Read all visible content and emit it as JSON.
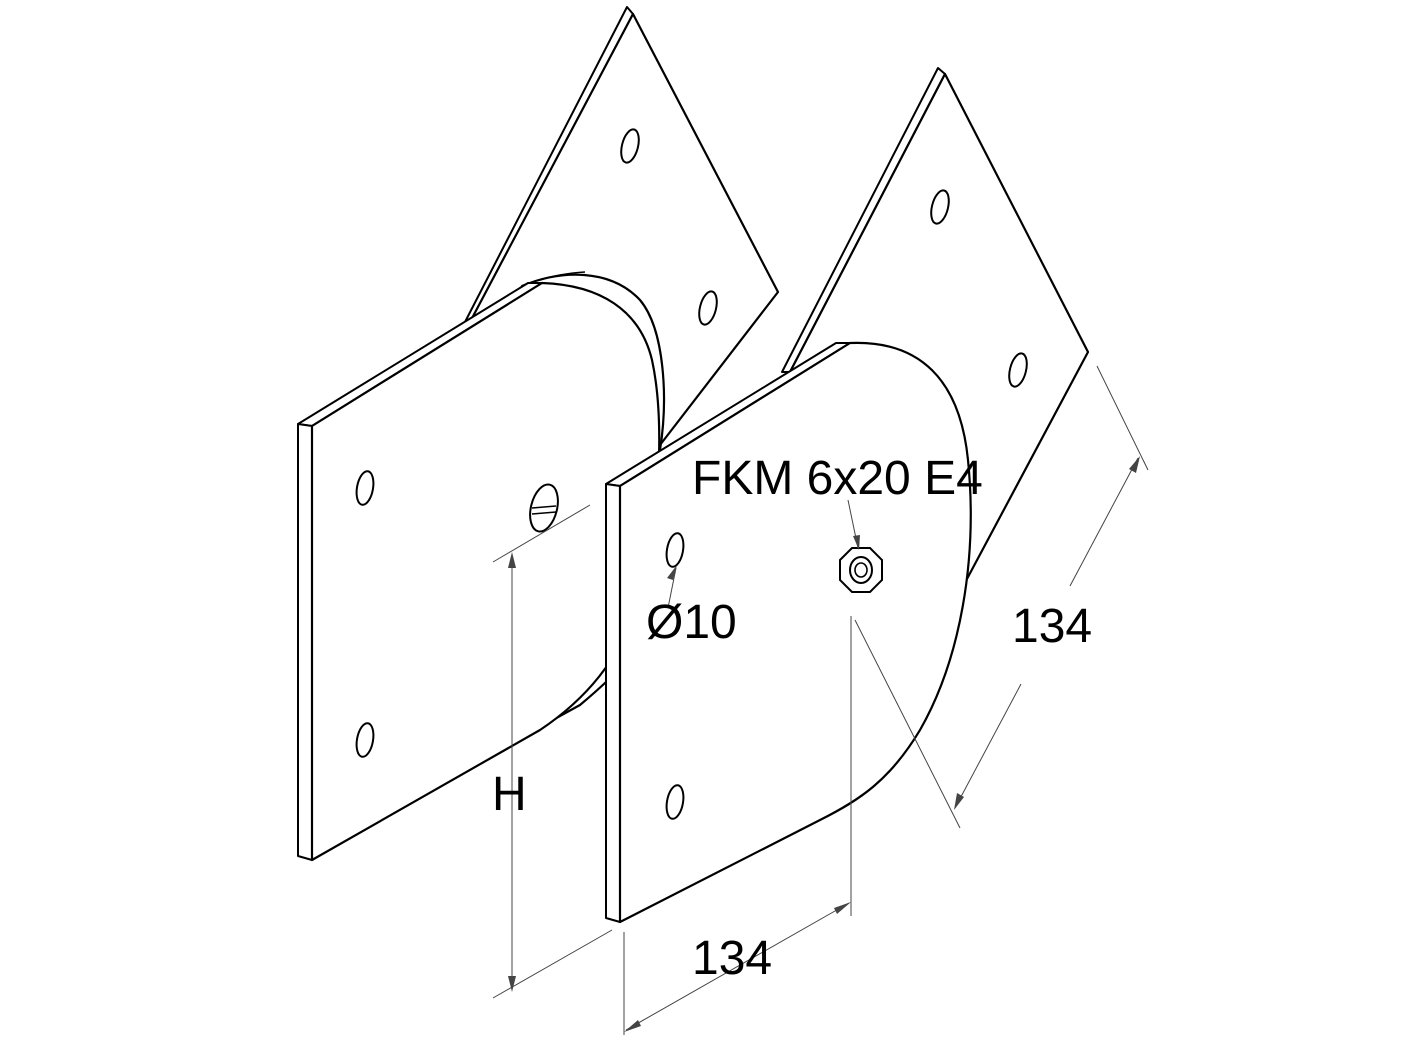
{
  "labels": {
    "fastener": "FKM 6x20 E4",
    "hole_diameter": "Ø10",
    "height": "H",
    "depth": "134",
    "width": "134"
  },
  "colors": {
    "line": "#000000",
    "dimension_line": "#444444",
    "background": "#ffffff"
  }
}
